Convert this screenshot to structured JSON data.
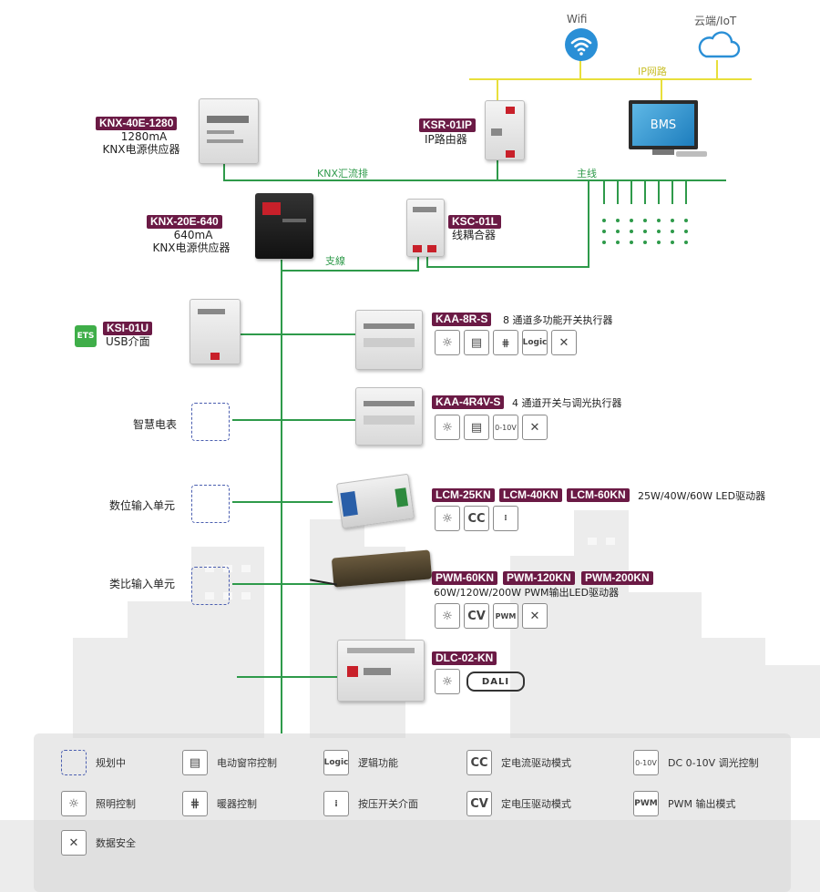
{
  "network": {
    "wifi_label": "Wifi",
    "cloud_label": "云端/IoT",
    "ip_bus_label": "IP网路",
    "bms_label": "BMS",
    "knx_bus_label": "KNX汇流排",
    "main_line_label": "主线",
    "branch_line_label": "支線"
  },
  "devices": {
    "knx40e": {
      "model": "KNX-40E-1280",
      "spec": "1280mA",
      "desc": "KNX电源供应器"
    },
    "ksr01ip": {
      "model": "KSR-01IP",
      "desc": "IP路由器"
    },
    "knx20e": {
      "model": "KNX-20E-640",
      "spec": "640mA",
      "desc": "KNX电源供应器"
    },
    "ksc01l": {
      "model": "KSC-01L",
      "desc": "线耦合器"
    },
    "ksi01u": {
      "model": "KSI-01U",
      "desc": "USB介面",
      "badge": "ETS"
    },
    "kaa8rs": {
      "model": "KAA-8R-S",
      "desc": "8 通道多功能开关执行器"
    },
    "kaa4r4vs": {
      "model": "KAA-4R4V-S",
      "desc": "4 通道开关与调光执行器"
    },
    "lcm": {
      "models": [
        "LCM-25KN",
        "LCM-40KN",
        "LCM-60KN"
      ],
      "desc": "25W/40W/60W LED驱动器"
    },
    "pwm": {
      "models": [
        "PWM-60KN",
        "PWM-120KN",
        "PWM-200KN"
      ],
      "desc": "60W/120W/200W PWM输出LED驱动器"
    },
    "dlc02kn": {
      "model": "DLC-02-KN",
      "dali_text": "DALI"
    }
  },
  "planned_units": {
    "smart_meter": "智慧电表",
    "digital_input": "数位输入单元",
    "analog_input": "类比输入单元"
  },
  "icon_text": {
    "logic": "Logic",
    "cc": "CC",
    "cv": "CV",
    "pwm": "PWM",
    "dim": "0-10V"
  },
  "legend": {
    "planning": "规划中",
    "curtain": "电动窗帘控制",
    "logic": "逻辑功能",
    "cc_mode": "定电流驱动模式",
    "dim_control": "DC 0-10V 调光控制",
    "lighting": "照明控制",
    "heater": "暖器控制",
    "push_switch": "按压开关介面",
    "cv_mode": "定电压驱动模式",
    "pwm_mode": "PWM 输出模式",
    "security": "数据安全"
  },
  "colors": {
    "tag_bg": "#6b1a45",
    "knx_line": "#2e9a4a",
    "ip_line": "#e8df3b",
    "wifi_blue": "#2a8fd6",
    "ets_green": "#3fae49"
  }
}
